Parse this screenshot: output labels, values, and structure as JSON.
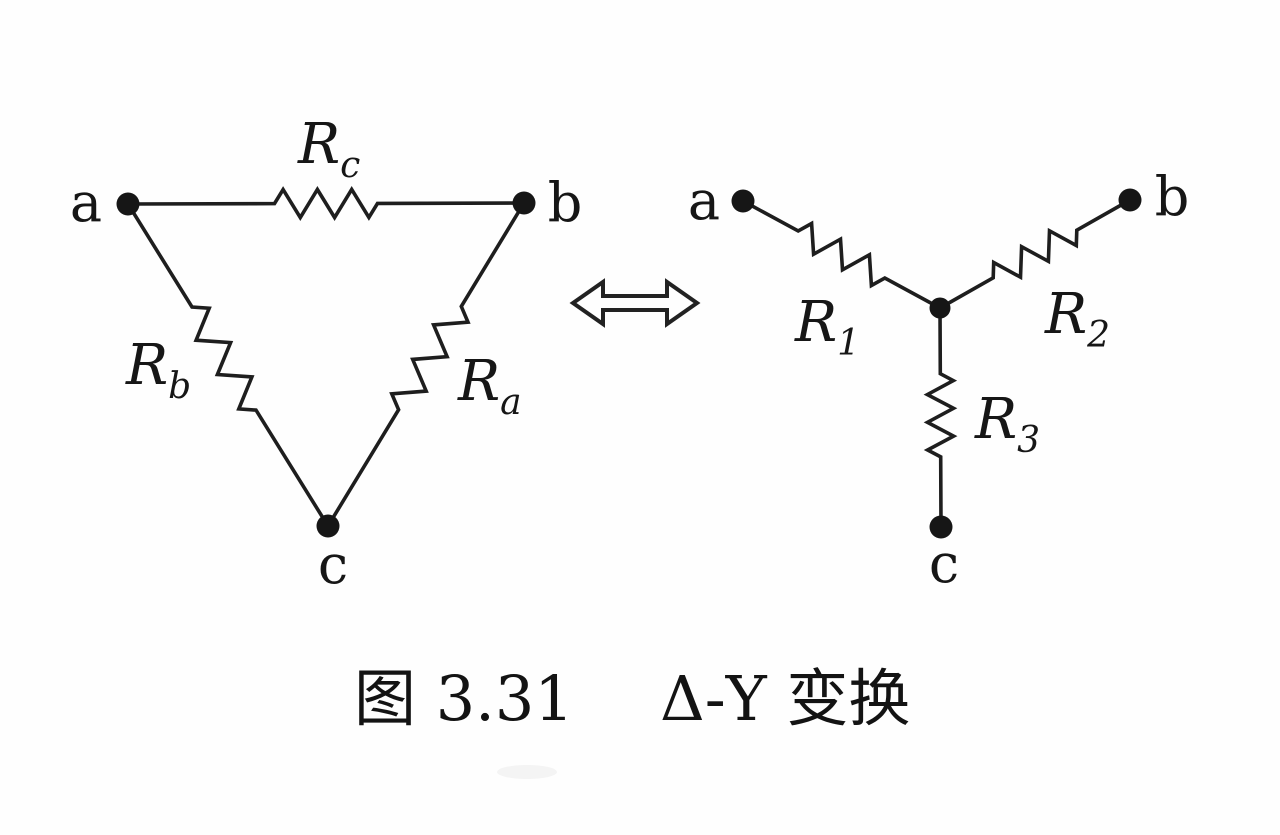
{
  "figure": {
    "caption": {
      "number": "图 3.31",
      "title": "Δ-Y 变换"
    }
  },
  "delta_circuit": {
    "nodes": {
      "a": "a",
      "b": "b",
      "c": "c"
    },
    "resistors": {
      "rc": {
        "base": "R",
        "sub": "c"
      },
      "rb": {
        "base": "R",
        "sub": "b"
      },
      "ra": {
        "base": "R",
        "sub": "a"
      }
    }
  },
  "wye_circuit": {
    "nodes": {
      "a": "a",
      "b": "b",
      "c": "c"
    },
    "resistors": {
      "r1": {
        "base": "R",
        "sub": "1"
      },
      "r2": {
        "base": "R",
        "sub": "2"
      },
      "r3": {
        "base": "R",
        "sub": "3"
      }
    }
  }
}
